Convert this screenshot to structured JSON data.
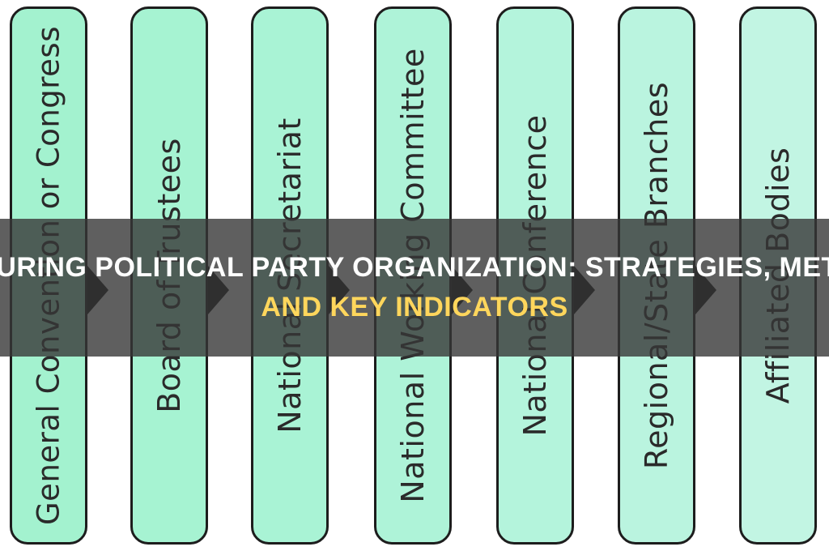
{
  "diagram": {
    "type": "flow",
    "box_color": "#a6f3d2",
    "box_color_light": "#c2f5e2",
    "border_color": "#1d1d1d",
    "arrow_color": "#111111",
    "nodes": [
      {
        "label": "General Convention or Congress",
        "color": "#a3f2cf"
      },
      {
        "label": "Board of Trustees",
        "color": "#a6f3d2"
      },
      {
        "label": "National Secretariat",
        "color": "#a9f3d5"
      },
      {
        "label": "National Working Committee",
        "color": "#aef3d8"
      },
      {
        "label": "National Conference",
        "color": "#b4f4dc"
      },
      {
        "label": "Regional/State Branches",
        "color": "#baf4df"
      },
      {
        "label": "Affiliated Bodies",
        "color": "#c2f5e3"
      }
    ]
  },
  "overlay": {
    "title_line_1": "MEASURING POLITICAL PARTY ORGANIZATION: STRATEGIES, METRICS,",
    "title_line_2": "AND KEY INDICATORS",
    "title_color_1": "#ffffff",
    "title_color_2": "#ffd65c"
  }
}
